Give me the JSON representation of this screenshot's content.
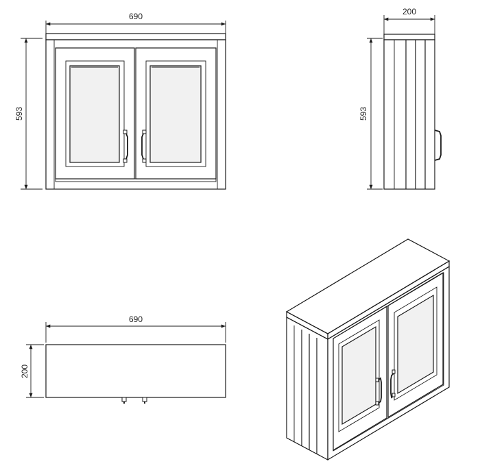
{
  "dimensions": {
    "front_width": "690",
    "front_height": "593",
    "side_depth": "200",
    "side_height": "593",
    "top_width": "690",
    "top_depth": "200"
  }
}
